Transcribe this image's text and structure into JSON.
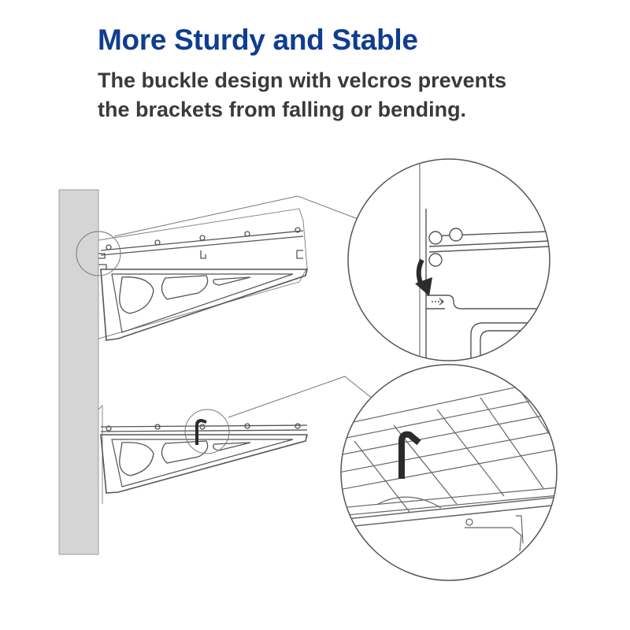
{
  "heading": {
    "title": "More Sturdy and Stable",
    "subtitle_line1": "The buckle design with velcros prevents",
    "subtitle_line2": "the brackets from falling or bending."
  },
  "colors": {
    "title": "#0f3d8f",
    "subtitle": "#3a3a3a",
    "wall": "#d5d5d5",
    "line": "#555555",
    "velcro": "#2b2b2b"
  },
  "illustration": {
    "top_detail_icon": "curved-arrow-icon",
    "bottom_detail_icon": "velcro-hook-icon"
  }
}
